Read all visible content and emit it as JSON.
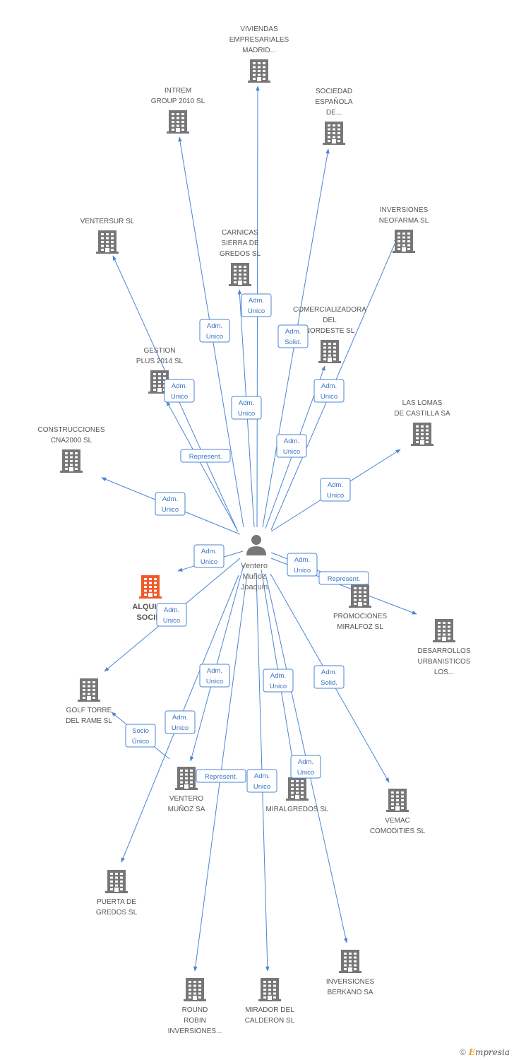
{
  "colors": {
    "edge": "#4a86d4",
    "building": "#777777",
    "focus": "#f05a28",
    "person": "#777777"
  },
  "center": {
    "id": "person",
    "icon": "person-icon",
    "label": [
      "Ventero",
      "Muñoz",
      "Joaquin"
    ]
  },
  "nodes": [
    {
      "id": "viviendas",
      "label": [
        "VIVIENDAS",
        "EMPRESARIALES",
        "MADRID..."
      ]
    },
    {
      "id": "intrem",
      "label": [
        "INTREM",
        "GROUP 2010 SL"
      ]
    },
    {
      "id": "sociedad",
      "label": [
        "SOCIEDAD",
        "ESPAÑOLA",
        "DE..."
      ]
    },
    {
      "id": "ventersur",
      "label": [
        "VENTERSUR SL"
      ]
    },
    {
      "id": "carnicas",
      "label": [
        "CARNICAS",
        "SIERRA DE",
        "GREDOS SL"
      ]
    },
    {
      "id": "neofarma",
      "label": [
        "INVERSIONES",
        "NEOFARMA SL"
      ]
    },
    {
      "id": "comercializadora",
      "label": [
        "COMERCIALIZADORA",
        "DEL",
        "NORDESTE  SL"
      ]
    },
    {
      "id": "gestion",
      "label": [
        "GESTION",
        "PLUS 2014  SL"
      ]
    },
    {
      "id": "laslomas",
      "label": [
        "LAS LOMAS",
        "DE CASTILLA SA"
      ]
    },
    {
      "id": "construcciones",
      "label": [
        "CONSTRUCCIONES",
        "CNA2000 SL"
      ]
    },
    {
      "id": "alquima",
      "label": [
        "ALQUIMA",
        "SOCIMI"
      ],
      "focus": true
    },
    {
      "id": "promociones",
      "label": [
        "PROMOCIONES",
        "MIRALFOZ SL"
      ]
    },
    {
      "id": "desarrollos",
      "label": [
        "DESARROLLOS",
        "URBANISTICOS",
        "LOS..."
      ]
    },
    {
      "id": "golf",
      "label": [
        "GOLF TORRE",
        "DEL RAME SL"
      ]
    },
    {
      "id": "venterosa",
      "label": [
        "VENTERO",
        "MUÑOZ SA"
      ]
    },
    {
      "id": "miralgredos",
      "label": [
        "MIRALGREDOS SL"
      ]
    },
    {
      "id": "vemac",
      "label": [
        "VEMAC",
        "COMODITIES SL"
      ]
    },
    {
      "id": "puerta",
      "label": [
        "PUERTA DE",
        "GREDOS SL"
      ]
    },
    {
      "id": "berkano",
      "label": [
        "INVERSIONES",
        "BERKANO SA"
      ]
    },
    {
      "id": "roundrobin",
      "label": [
        "ROUND",
        "ROBIN",
        "INVERSIONES..."
      ]
    },
    {
      "id": "mirador",
      "label": [
        "MIRADOR DEL",
        "CALDERON SL"
      ]
    }
  ],
  "edges": [
    {
      "from": "person",
      "to": "viviendas",
      "label": [
        "Adm.",
        "Unico"
      ]
    },
    {
      "from": "person",
      "to": "intrem",
      "label": [
        "Adm.",
        "Unico"
      ]
    },
    {
      "from": "person",
      "to": "sociedad",
      "label": [
        "Adm.",
        "Solid."
      ]
    },
    {
      "from": "person",
      "to": "ventersur",
      "label": [
        "Adm.",
        "Unico"
      ]
    },
    {
      "from": "person",
      "to": "carnicas",
      "label": [
        "Adm.",
        "Unico"
      ]
    },
    {
      "from": "person",
      "to": "neofarma",
      "label": [
        "Adm.",
        "Unico"
      ]
    },
    {
      "from": "person",
      "to": "comercializadora",
      "label": [
        "Adm.",
        "Unico"
      ]
    },
    {
      "from": "person",
      "to": "gestion",
      "label": [
        "Represent."
      ]
    },
    {
      "from": "person",
      "to": "laslomas",
      "label": [
        "Adm.",
        "Unico"
      ]
    },
    {
      "from": "person",
      "to": "construcciones",
      "label": [
        "Adm.",
        "Unico"
      ]
    },
    {
      "from": "person",
      "to": "alquima",
      "label": [
        "Adm.",
        "Unico"
      ]
    },
    {
      "from": "person",
      "to": "promociones",
      "label": [
        "Adm.",
        "Unico"
      ]
    },
    {
      "from": "person",
      "to": "desarrollos",
      "label": [
        "Represent."
      ]
    },
    {
      "from": "person",
      "to": "golf",
      "label": [
        "Adm.",
        "Unico"
      ]
    },
    {
      "from": "person",
      "to": "venterosa",
      "label": [
        "Adm.",
        "Unico"
      ]
    },
    {
      "from": "person",
      "to": "miralgredos",
      "label": [
        "Adm.",
        "Unico"
      ]
    },
    {
      "from": "person",
      "to": "vemac",
      "label": [
        "Adm.",
        "Solid."
      ]
    },
    {
      "from": "person",
      "to": "puerta",
      "label": [
        "Adm.",
        "Unico"
      ]
    },
    {
      "from": "person",
      "to": "berkano",
      "label": [
        "Adm.",
        "Unico"
      ]
    },
    {
      "from": "person",
      "to": "roundrobin",
      "label": [
        "Represent."
      ]
    },
    {
      "from": "person",
      "to": "mirador",
      "label": [
        "Adm.",
        "Unico"
      ]
    },
    {
      "from": "venterosa",
      "to": "golf",
      "label": [
        "Socio",
        "Único"
      ]
    }
  ],
  "footer": {
    "copyright": "©",
    "brand_first": "E",
    "brand_rest": "mpresia"
  }
}
